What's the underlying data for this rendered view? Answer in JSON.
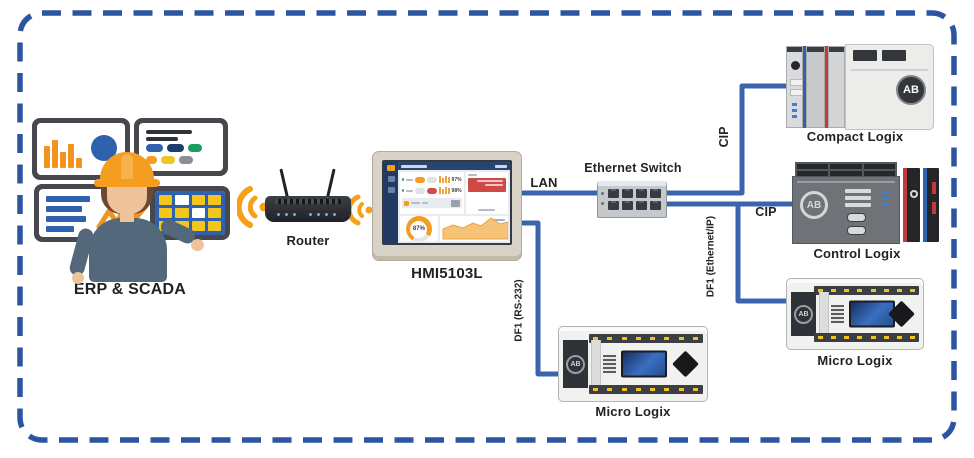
{
  "brand": "AB",
  "nodes": {
    "erp": {
      "label": "ERP & SCADA"
    },
    "router": {
      "label": "Router"
    },
    "hmi": {
      "label": "HMI5103L"
    },
    "switch": {
      "label": "Ethernet Switch"
    },
    "compact_logix": {
      "label": "Compact Logix"
    },
    "control_logix": {
      "label": "Control Logix"
    },
    "micro_logix_right": {
      "label": "Micro Logix"
    },
    "micro_logix_bottom": {
      "label": "Micro Logix"
    }
  },
  "connections": {
    "lan": {
      "label": "LAN"
    },
    "cip_compact": {
      "label": "CIP"
    },
    "cip_control": {
      "label": "CIP"
    },
    "df1_ethernet": {
      "label": "DF1 (Ethernet/IP)"
    },
    "df1_rs232": {
      "label": "DF1 (RS-232)"
    }
  },
  "hmi_screen": {
    "machine1_pct": "97%",
    "machine2_pct": "98%",
    "gauge": "87%"
  },
  "colors": {
    "border_blue": "#2b55a2",
    "line_blue": "#3a64ae",
    "accent_orange": "#f59d20",
    "alert_red": "#cf4a47",
    "chart_blue": "#2e62ad",
    "chart_yellow": "#f4c61c",
    "chart_green": "#1a9e62"
  }
}
